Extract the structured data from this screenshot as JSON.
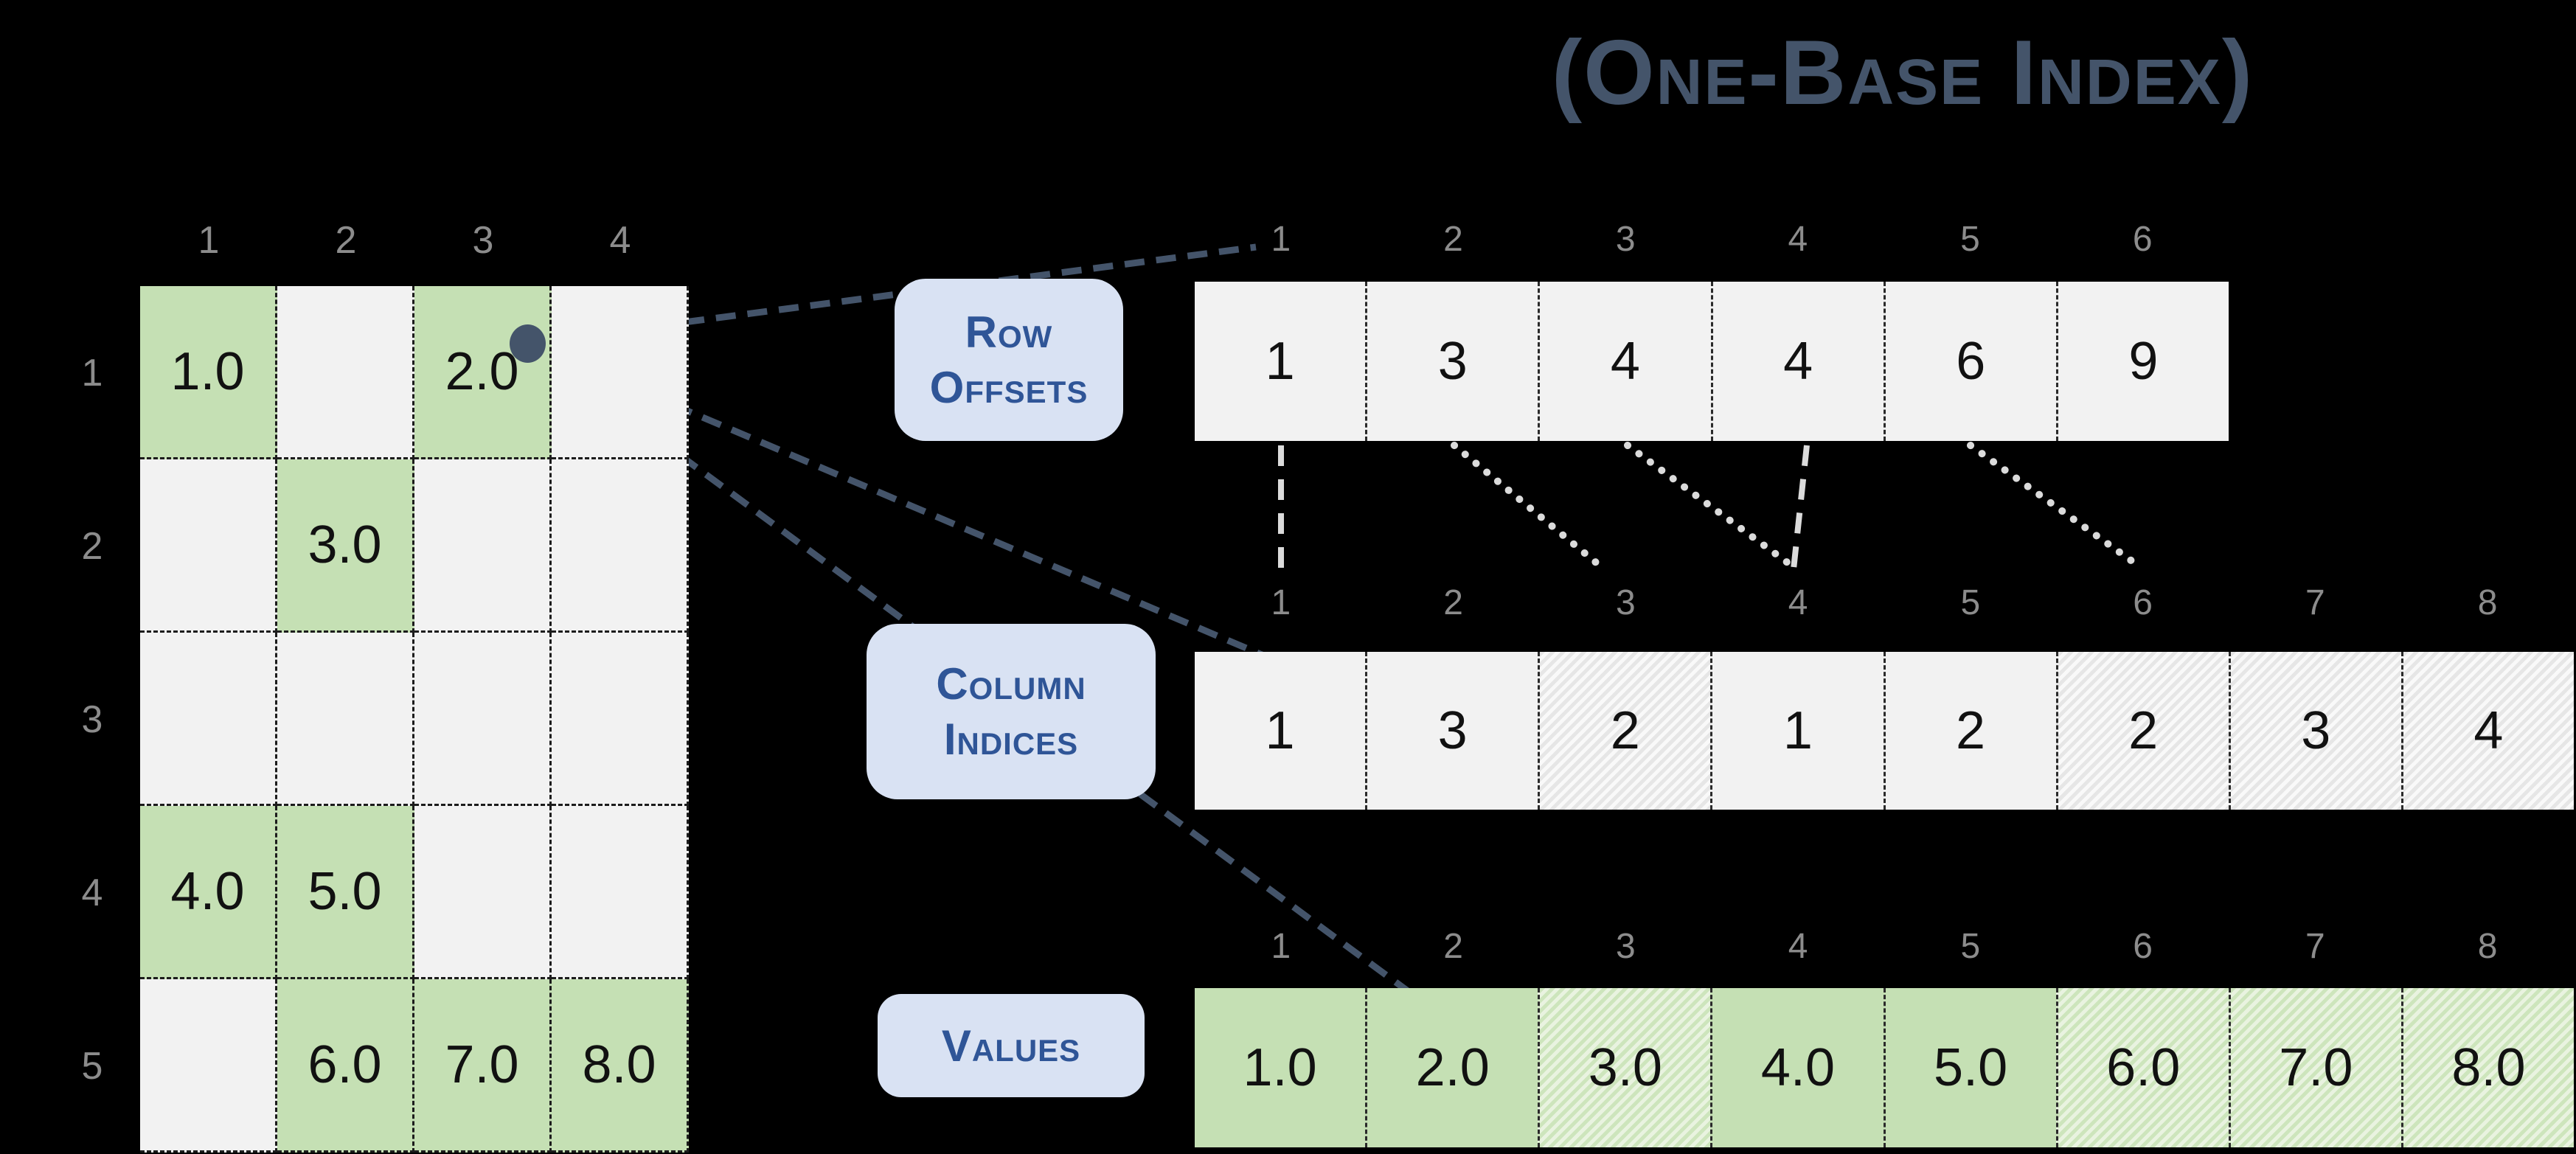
{
  "title": "(One-Base Index)",
  "labels": {
    "row_offsets": {
      "line1": "Row",
      "line2": "Offsets"
    },
    "column_indices": {
      "line1": "Column",
      "line2": "Indices"
    },
    "values": {
      "line1": "Values"
    }
  },
  "matrix": {
    "column_headers": [
      "1",
      "2",
      "3",
      "4"
    ],
    "row_headers": [
      "1",
      "2",
      "3",
      "4",
      "5"
    ],
    "cells": [
      [
        "1.0",
        "",
        "2.0",
        ""
      ],
      [
        "",
        "3.0",
        "",
        ""
      ],
      [
        "",
        "",
        "",
        ""
      ],
      [
        "4.0",
        "5.0",
        "",
        ""
      ],
      [
        "",
        "6.0",
        "7.0",
        "8.0"
      ]
    ],
    "nonzero": [
      [
        true,
        false,
        true,
        false
      ],
      [
        false,
        true,
        false,
        false
      ],
      [
        false,
        false,
        false,
        false
      ],
      [
        true,
        true,
        false,
        false
      ],
      [
        false,
        true,
        true,
        true
      ]
    ]
  },
  "arrays": {
    "row_offsets": {
      "indices": [
        "1",
        "2",
        "3",
        "4",
        "5",
        "6"
      ],
      "values": [
        "1",
        "3",
        "4",
        "4",
        "6",
        "9"
      ]
    },
    "column_indices": {
      "indices": [
        "1",
        "2",
        "3",
        "4",
        "5",
        "6",
        "7",
        "8"
      ],
      "values": [
        "1",
        "3",
        "2",
        "1",
        "2",
        "2",
        "3",
        "4"
      ],
      "hatched": [
        false,
        false,
        true,
        false,
        false,
        true,
        true,
        true
      ]
    },
    "values": {
      "indices": [
        "1",
        "2",
        "3",
        "4",
        "5",
        "6",
        "7",
        "8"
      ],
      "values": [
        "1.0",
        "2.0",
        "3.0",
        "4.0",
        "5.0",
        "6.0",
        "7.0",
        "8.0"
      ],
      "hatched": [
        false,
        false,
        true,
        false,
        false,
        true,
        true,
        true
      ]
    }
  },
  "colors": {
    "accent_slate": "#44546A",
    "label_blue": "#2F5597",
    "label_box_fill": "#D9E2F3",
    "nonzero_green": "#C5E0B4",
    "empty_gray": "#F2F2F2",
    "index_gray": "#8C8C8C"
  }
}
